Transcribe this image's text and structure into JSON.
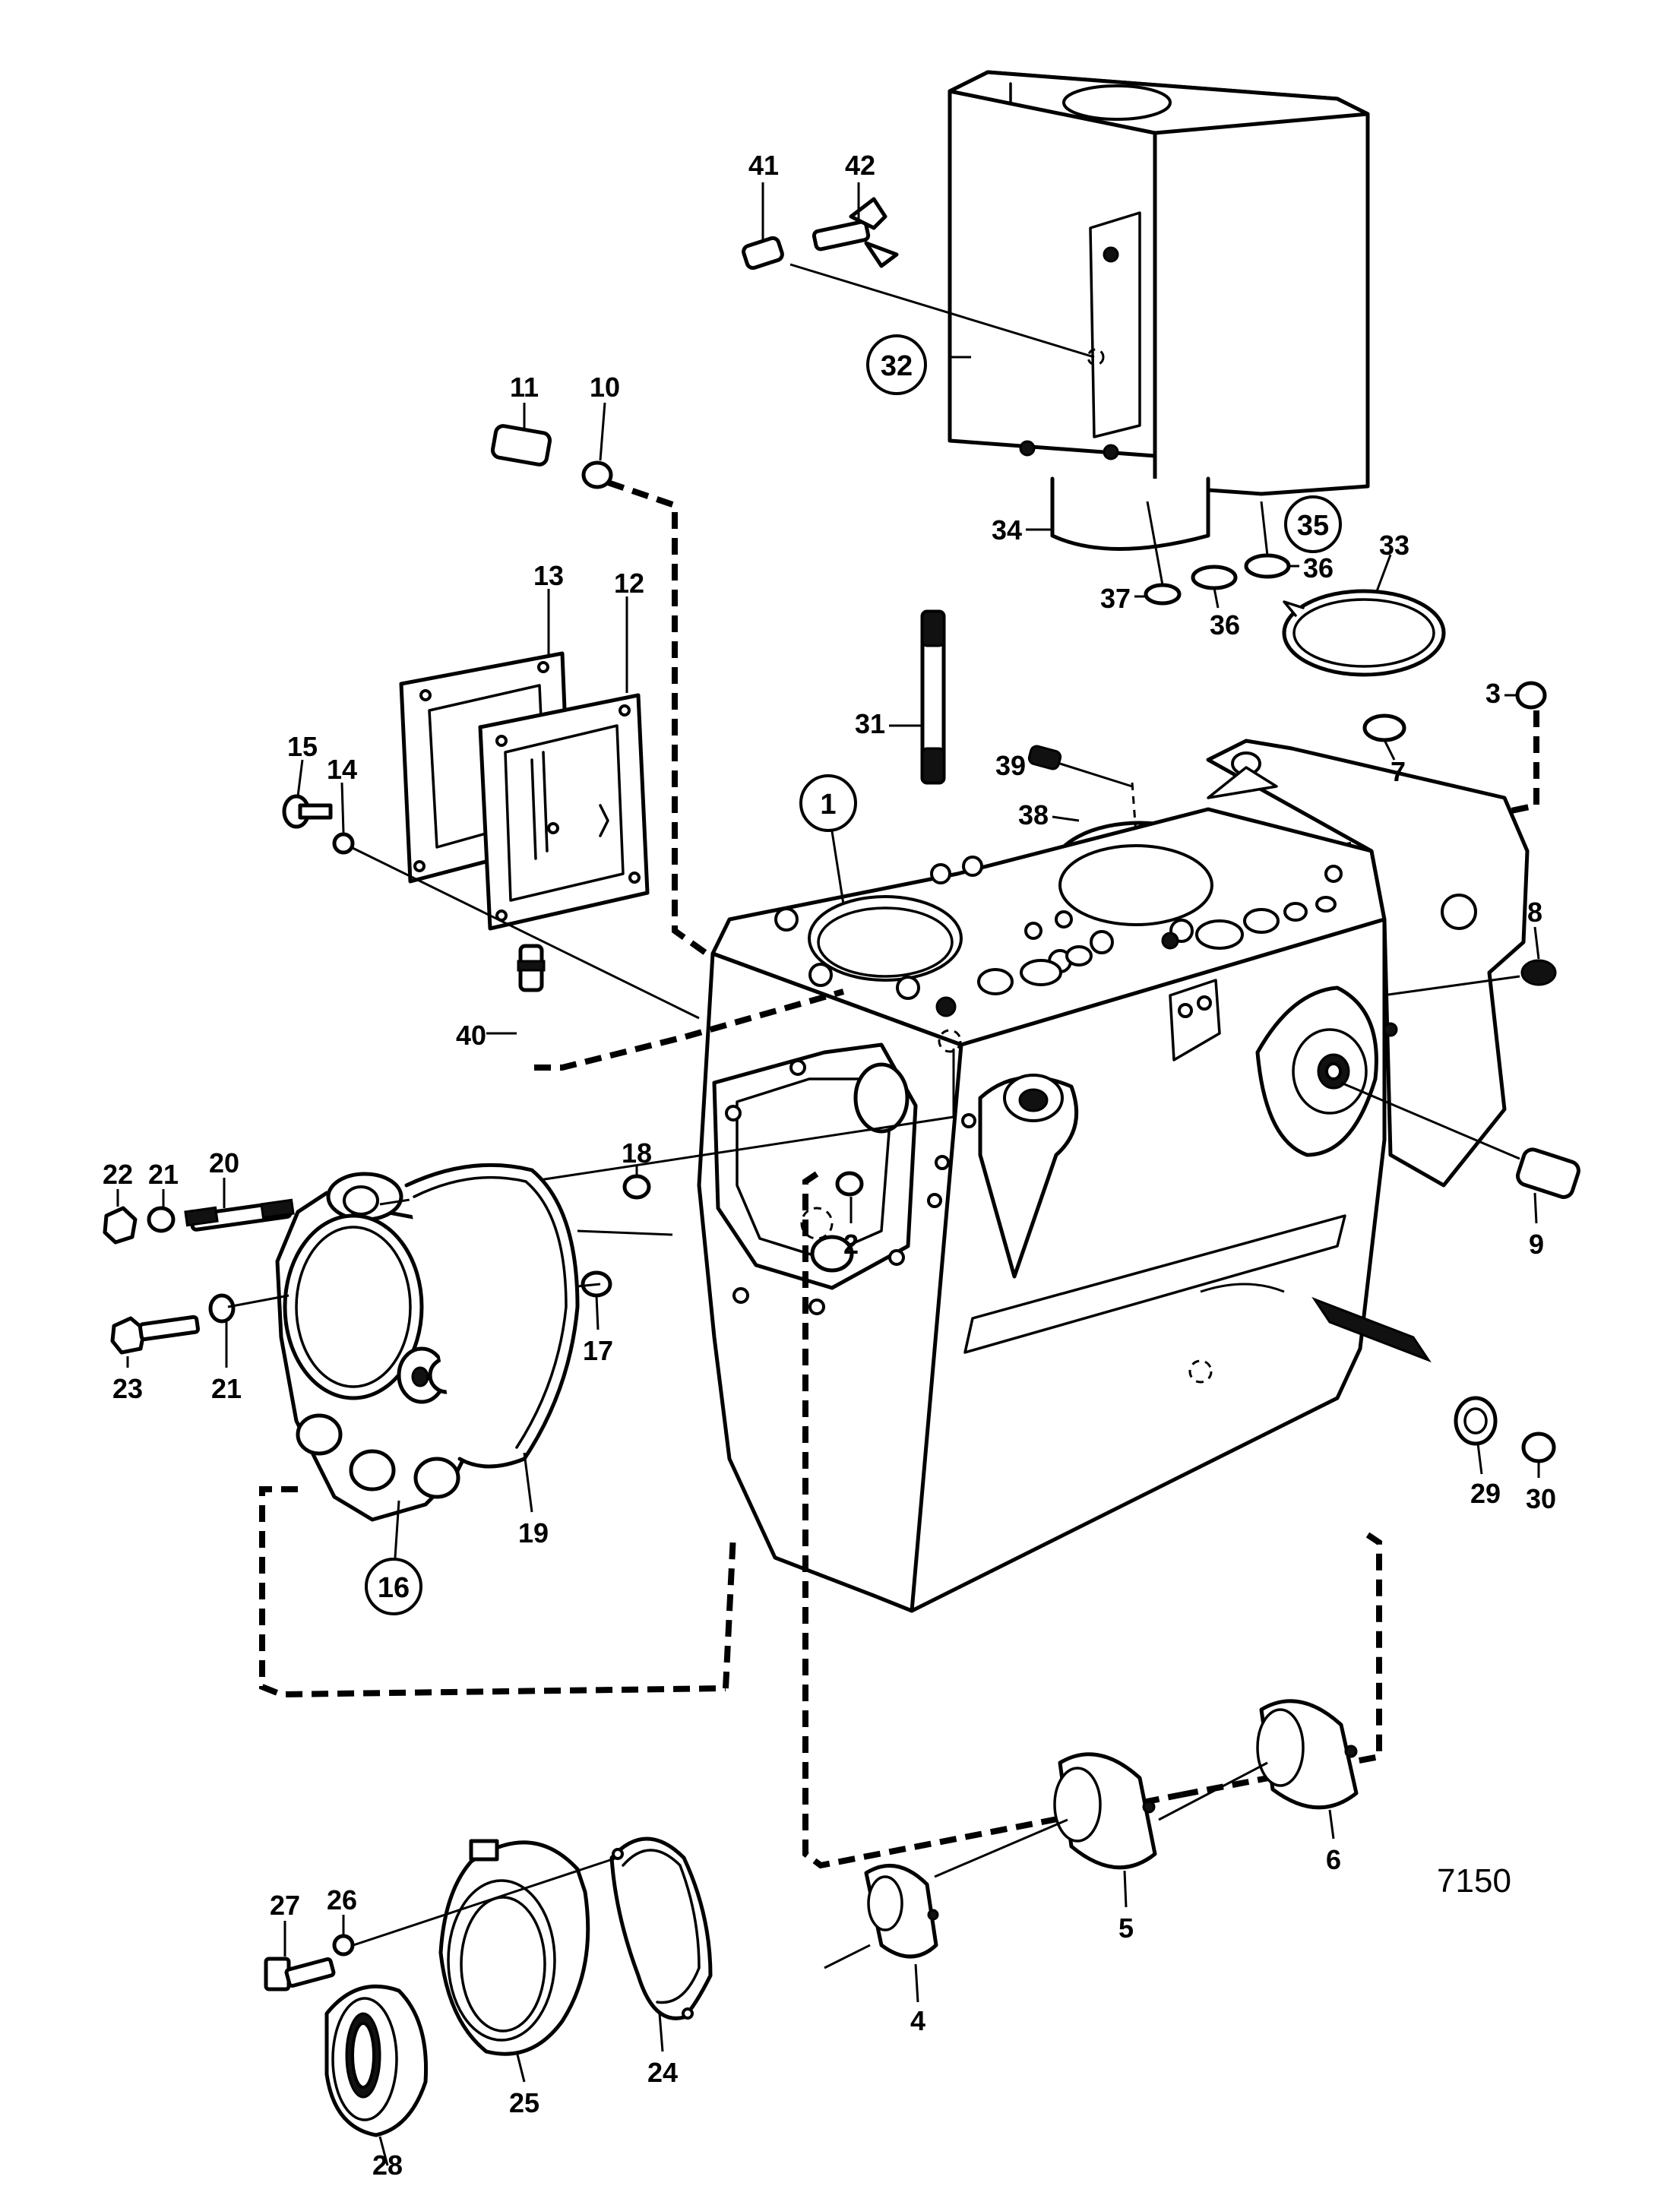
{
  "figure_number": "7150",
  "callouts": {
    "p1": "1",
    "p2": "2",
    "p3": "3",
    "p4": "4",
    "p5": "5",
    "p6": "6",
    "p7": "7",
    "p8": "8",
    "p9": "9",
    "p10": "10",
    "p11": "11",
    "p12": "12",
    "p13": "13",
    "p14": "14",
    "p15": "15",
    "p16": "16",
    "p17": "17",
    "p18": "18",
    "p19": "19",
    "p20": "20",
    "p21a": "21",
    "p21b": "21",
    "p22": "22",
    "p23": "23",
    "p24": "24",
    "p25": "25",
    "p26": "26",
    "p27": "27",
    "p28": "28",
    "p29": "29",
    "p30": "30",
    "p31": "31",
    "p32": "32",
    "p33": "33",
    "p34": "34",
    "p35": "35",
    "p36a": "36",
    "p36b": "36",
    "p37": "37",
    "p38": "38",
    "p39": "39",
    "p40": "40",
    "p41": "41",
    "p42": "42"
  }
}
